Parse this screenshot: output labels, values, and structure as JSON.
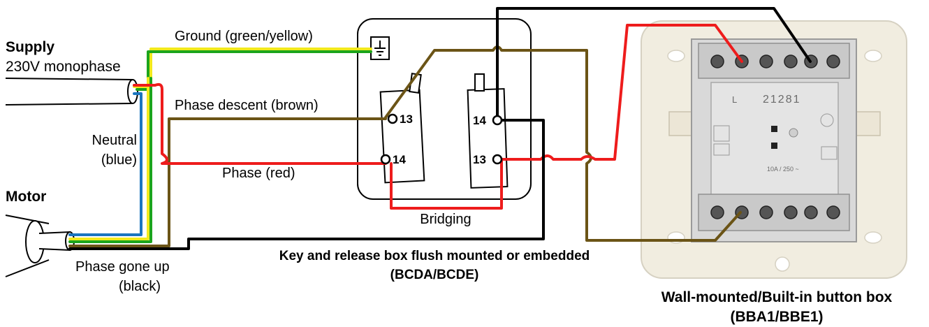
{
  "colors": {
    "brown": "#6b5416",
    "red": "#ee1c1c",
    "blue": "#1a75bf",
    "green": "#1ca51c",
    "yellow": "#f2ea1c",
    "black": "#000000"
  },
  "supply": {
    "title": "Supply",
    "subtitle": "230V monophase"
  },
  "motor": {
    "title": "Motor"
  },
  "wires": {
    "ground": "Ground (green/yellow)",
    "phase_descent": "Phase descent (brown)",
    "neutral_line1": "Neutral",
    "neutral_line2": "(blue)",
    "phase_red": "Phase (red)",
    "phase_up_line1": "Phase gone up",
    "phase_up_line2": "(black)",
    "bridging": "Bridging"
  },
  "key_box": {
    "caption_line1": "Key and release box flush mounted or embedded",
    "caption_line2": "(BCDA/BCDE)",
    "terminals": {
      "left_top": "13",
      "left_bottom": "14",
      "right_top": "14",
      "right_bottom": "13"
    }
  },
  "button_box": {
    "caption_line1": "Wall-mounted/Built-in button box",
    "caption_line2": "(BBA1/BBE1)",
    "markings": {
      "l": "L",
      "model": "21281",
      "rating": "10A / 250 ~"
    }
  }
}
